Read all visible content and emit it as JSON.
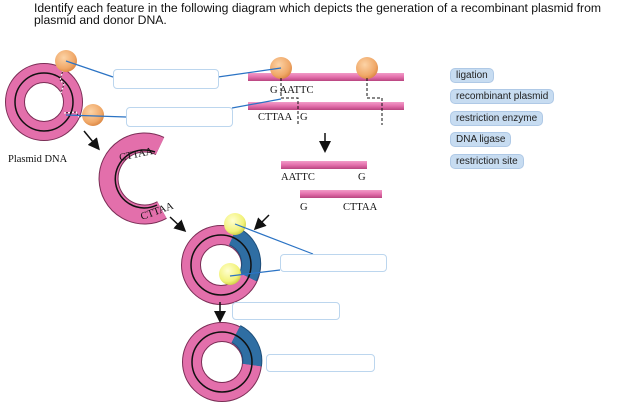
{
  "instructions": "Identify each feature in the following diagram which depicts the generation of a recombinant plasmid from plasmid and donor DNA.",
  "diagram": {
    "plasmid_label": "Plasmid DNA",
    "donor_top_sequence": "G AATTC",
    "donor_top_left": "G",
    "donor_top_right": "AATTC",
    "donor_bottom_left": "CTTAA",
    "donor_bottom_right": "G",
    "fragment_top_left": "AATTC",
    "fragment_top_right": "G",
    "fragment_bottom_left": "G",
    "fragment_bottom_right": "CTTAA",
    "cut_plasmid_end_top": "CTTAA",
    "cut_plasmid_end_bottom": "CTTAA",
    "colors": {
      "plasmid_pink": "#e36fab",
      "insert_blue": "#2f6ea3",
      "enzyme_orange": "#f0a868",
      "ligase_yellow": "#f2f27a",
      "leader_line": "#2b73c4"
    }
  },
  "drop_targets": [
    {
      "id": "target-1",
      "value": ""
    },
    {
      "id": "target-2",
      "value": ""
    },
    {
      "id": "target-3",
      "value": ""
    },
    {
      "id": "target-4",
      "value": ""
    },
    {
      "id": "target-5",
      "value": ""
    }
  ],
  "answer_choices": [
    {
      "label": "ligation"
    },
    {
      "label": "recombinant plasmid"
    },
    {
      "label": "restriction enzyme"
    },
    {
      "label": "DNA ligase"
    },
    {
      "label": "restriction site"
    }
  ]
}
